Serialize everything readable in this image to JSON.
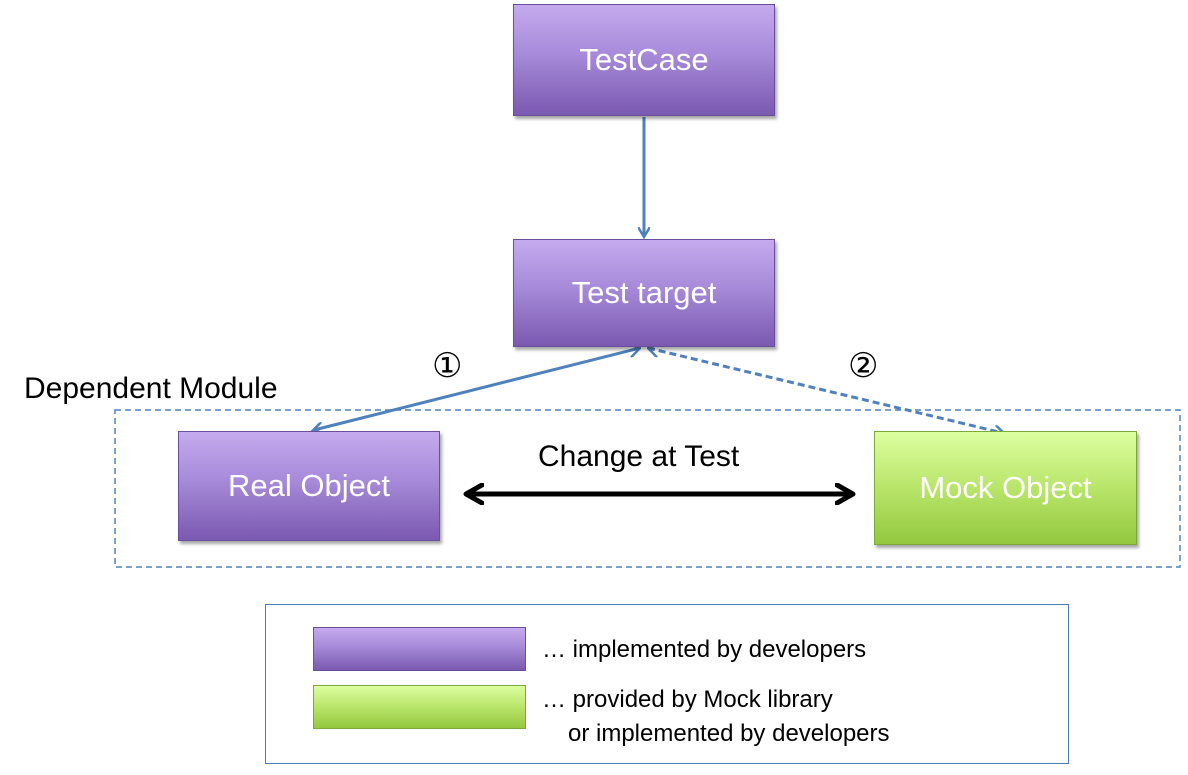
{
  "nodes": {
    "testcase": "TestCase",
    "test_target": "Test target",
    "real_object": "Real Object",
    "mock_object": "Mock Object"
  },
  "labels": {
    "dependent_module": "Dependent Module",
    "change_at_test": "Change at Test",
    "marker_1": "①",
    "marker_2": "②"
  },
  "legend": {
    "item1": "… implemented by developers",
    "item2_line1": "… provided by Mock library",
    "item2_line2": "or implemented by developers"
  },
  "colors": {
    "purple_node": "#a78ad9",
    "green_node": "#b9e56a",
    "connector": "#4f81bd",
    "double_arrow": "#000000"
  }
}
